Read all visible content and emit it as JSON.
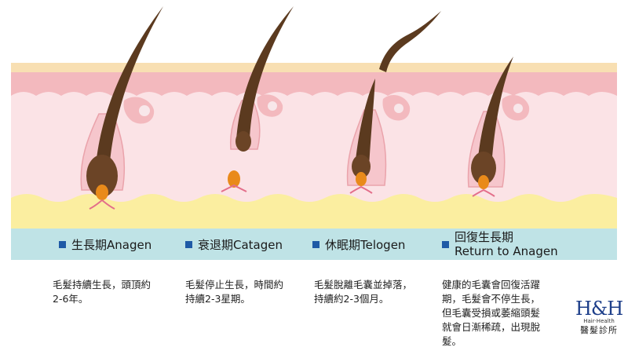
{
  "stages": [
    {
      "label_line1": "生長期Anagen",
      "label_line2": "",
      "description": "毛髮持續生長，頭頂約\n2-6年。"
    },
    {
      "label_line1": "衰退期Catagen",
      "label_line2": "",
      "description": "毛髮停止生長，時間約\n持續2-3星期。"
    },
    {
      "label_line1": "休眠期Telogen",
      "label_line2": "",
      "description": "毛髮脫離毛囊並掉落，\n持續約2-3個月。"
    },
    {
      "label_line1": "回復生長期",
      "label_line2": "Return to  Anagen",
      "description": "健康的毛囊會回復活躍\n期，毛髮會不停生長，\n但毛囊受損或萎縮頭髮\n就會日漸稀疏，出現脫\n髮。"
    }
  ],
  "logo": {
    "brand": "H&H",
    "sub": "Hair·Health",
    "cn": "醫髮診所"
  },
  "colors": {
    "skin_top": "#f8dfb2",
    "epidermis": "#f3b9be",
    "dermis": "#fbe3e6",
    "fat": "#fbeea0",
    "hair": "#5b3a1f",
    "bulb": "#e98a1a",
    "band": "#bfe3e6",
    "bullet": "#1e5aa6"
  }
}
